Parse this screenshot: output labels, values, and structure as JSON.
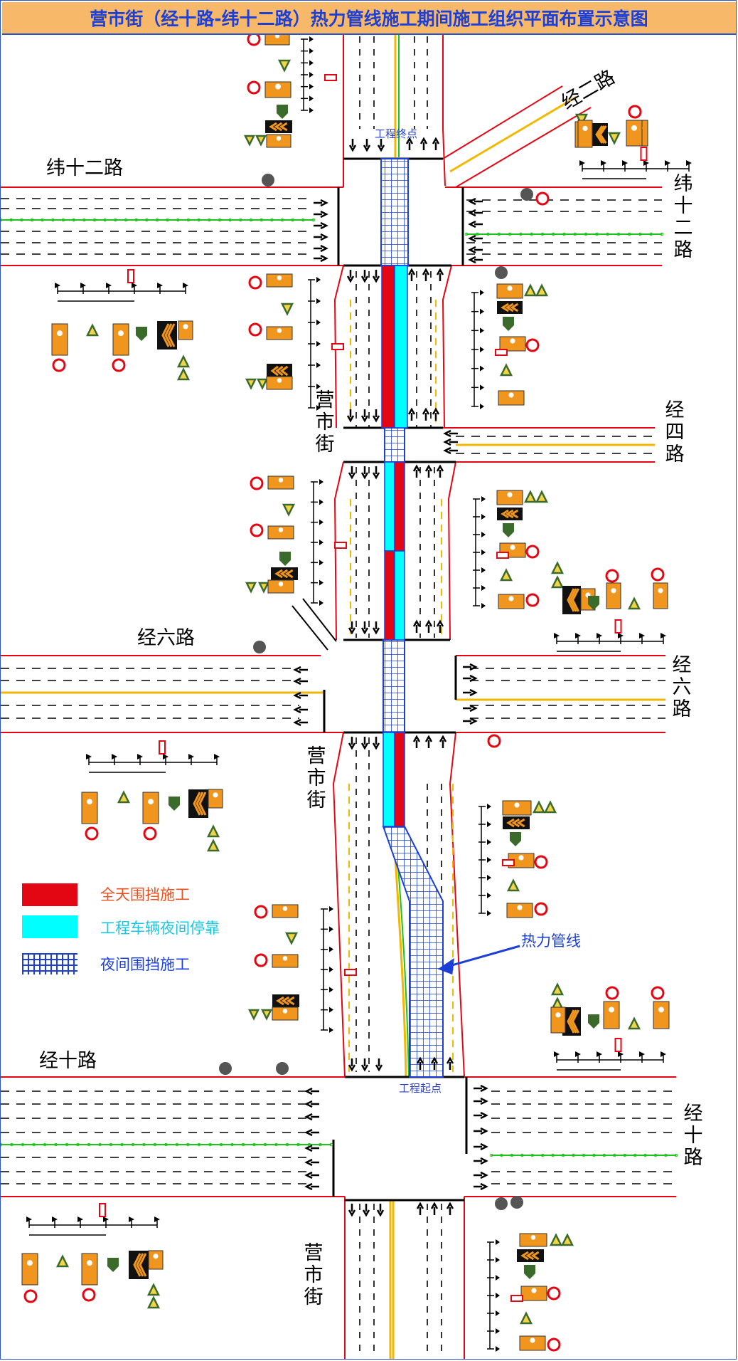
{
  "title": "营市街（经十路-纬十二路）热力管线施工期间施工组织平面布置示意图",
  "roads": {
    "weishier_left": "纬十二路",
    "weishier_right": "纬十二路",
    "jinger": "经二路",
    "jingsi": "经四路",
    "jingliu_left": "经六路",
    "jingliu_right": "经六路",
    "jingshi_left": "经十路",
    "jingshi_right": "经十路",
    "yingshi_1": "营市街",
    "yingshi_2": "营市街",
    "yingshi_3": "营市街"
  },
  "markers": {
    "end": "工程终点",
    "start": "工程起点"
  },
  "heat_pipe_label": "热力管线",
  "legend": [
    {
      "label": "全天围挡施工",
      "color": "#e30613",
      "text_color": "#e8501e"
    },
    {
      "label": "工程车辆夜间停靠",
      "color": "#00ffff",
      "text_color": "#19c7e3"
    },
    {
      "label": "夜间围挡施工",
      "color": "#1c3fd6",
      "text_color": "#1c3fd6"
    }
  ],
  "colors": {
    "road_edge": "#e30613",
    "centerline": "#f2b700",
    "green_line": "#21c21a",
    "sign_orange": "#f0961e"
  }
}
